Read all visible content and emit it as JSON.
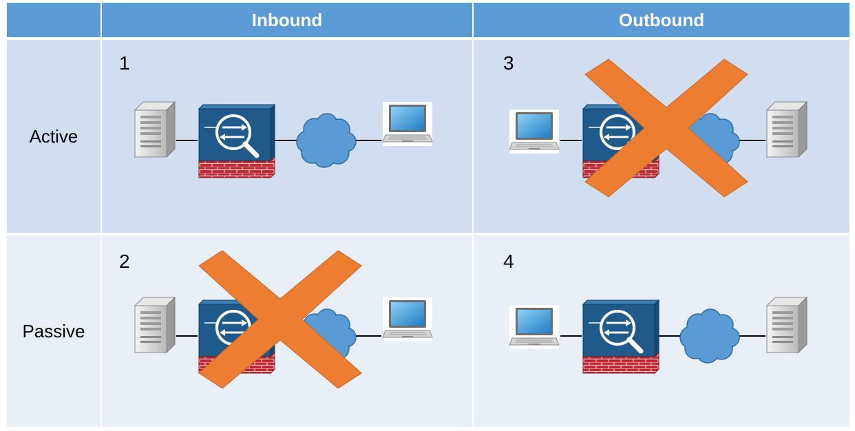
{
  "header": {
    "col1": "Inbound",
    "col2": "Outbound"
  },
  "rows": {
    "row1": "Active",
    "row2": "Passive"
  },
  "cells": [
    {
      "number": "1",
      "crossed": false,
      "order": [
        "server",
        "firewall",
        "cloud",
        "laptop"
      ]
    },
    {
      "number": "3",
      "crossed": true,
      "order": [
        "laptop",
        "firewall",
        "cloud",
        "server"
      ]
    },
    {
      "number": "2",
      "crossed": true,
      "order": [
        "server",
        "firewall",
        "cloud",
        "laptop"
      ]
    },
    {
      "number": "4",
      "crossed": false,
      "order": [
        "laptop",
        "firewall",
        "cloud",
        "server"
      ]
    }
  ],
  "colors": {
    "header": "#5b9bd5",
    "row_active": "#d0deef",
    "row_passive": "#e9eff7",
    "cross": "#ed7d31",
    "firewall_face": "#1f5a8a",
    "brick": "#c0262f",
    "cloud": "#5b9bd5"
  }
}
